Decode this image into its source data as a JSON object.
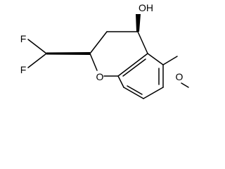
{
  "molecule": {
    "atoms": {
      "oh": "OH",
      "ring_o": "O",
      "f_top": "F",
      "f_bottom": "F",
      "methoxy_o": "O"
    },
    "colors": {
      "bond": "#000000",
      "label": "#000000",
      "background": "#ffffff"
    }
  }
}
